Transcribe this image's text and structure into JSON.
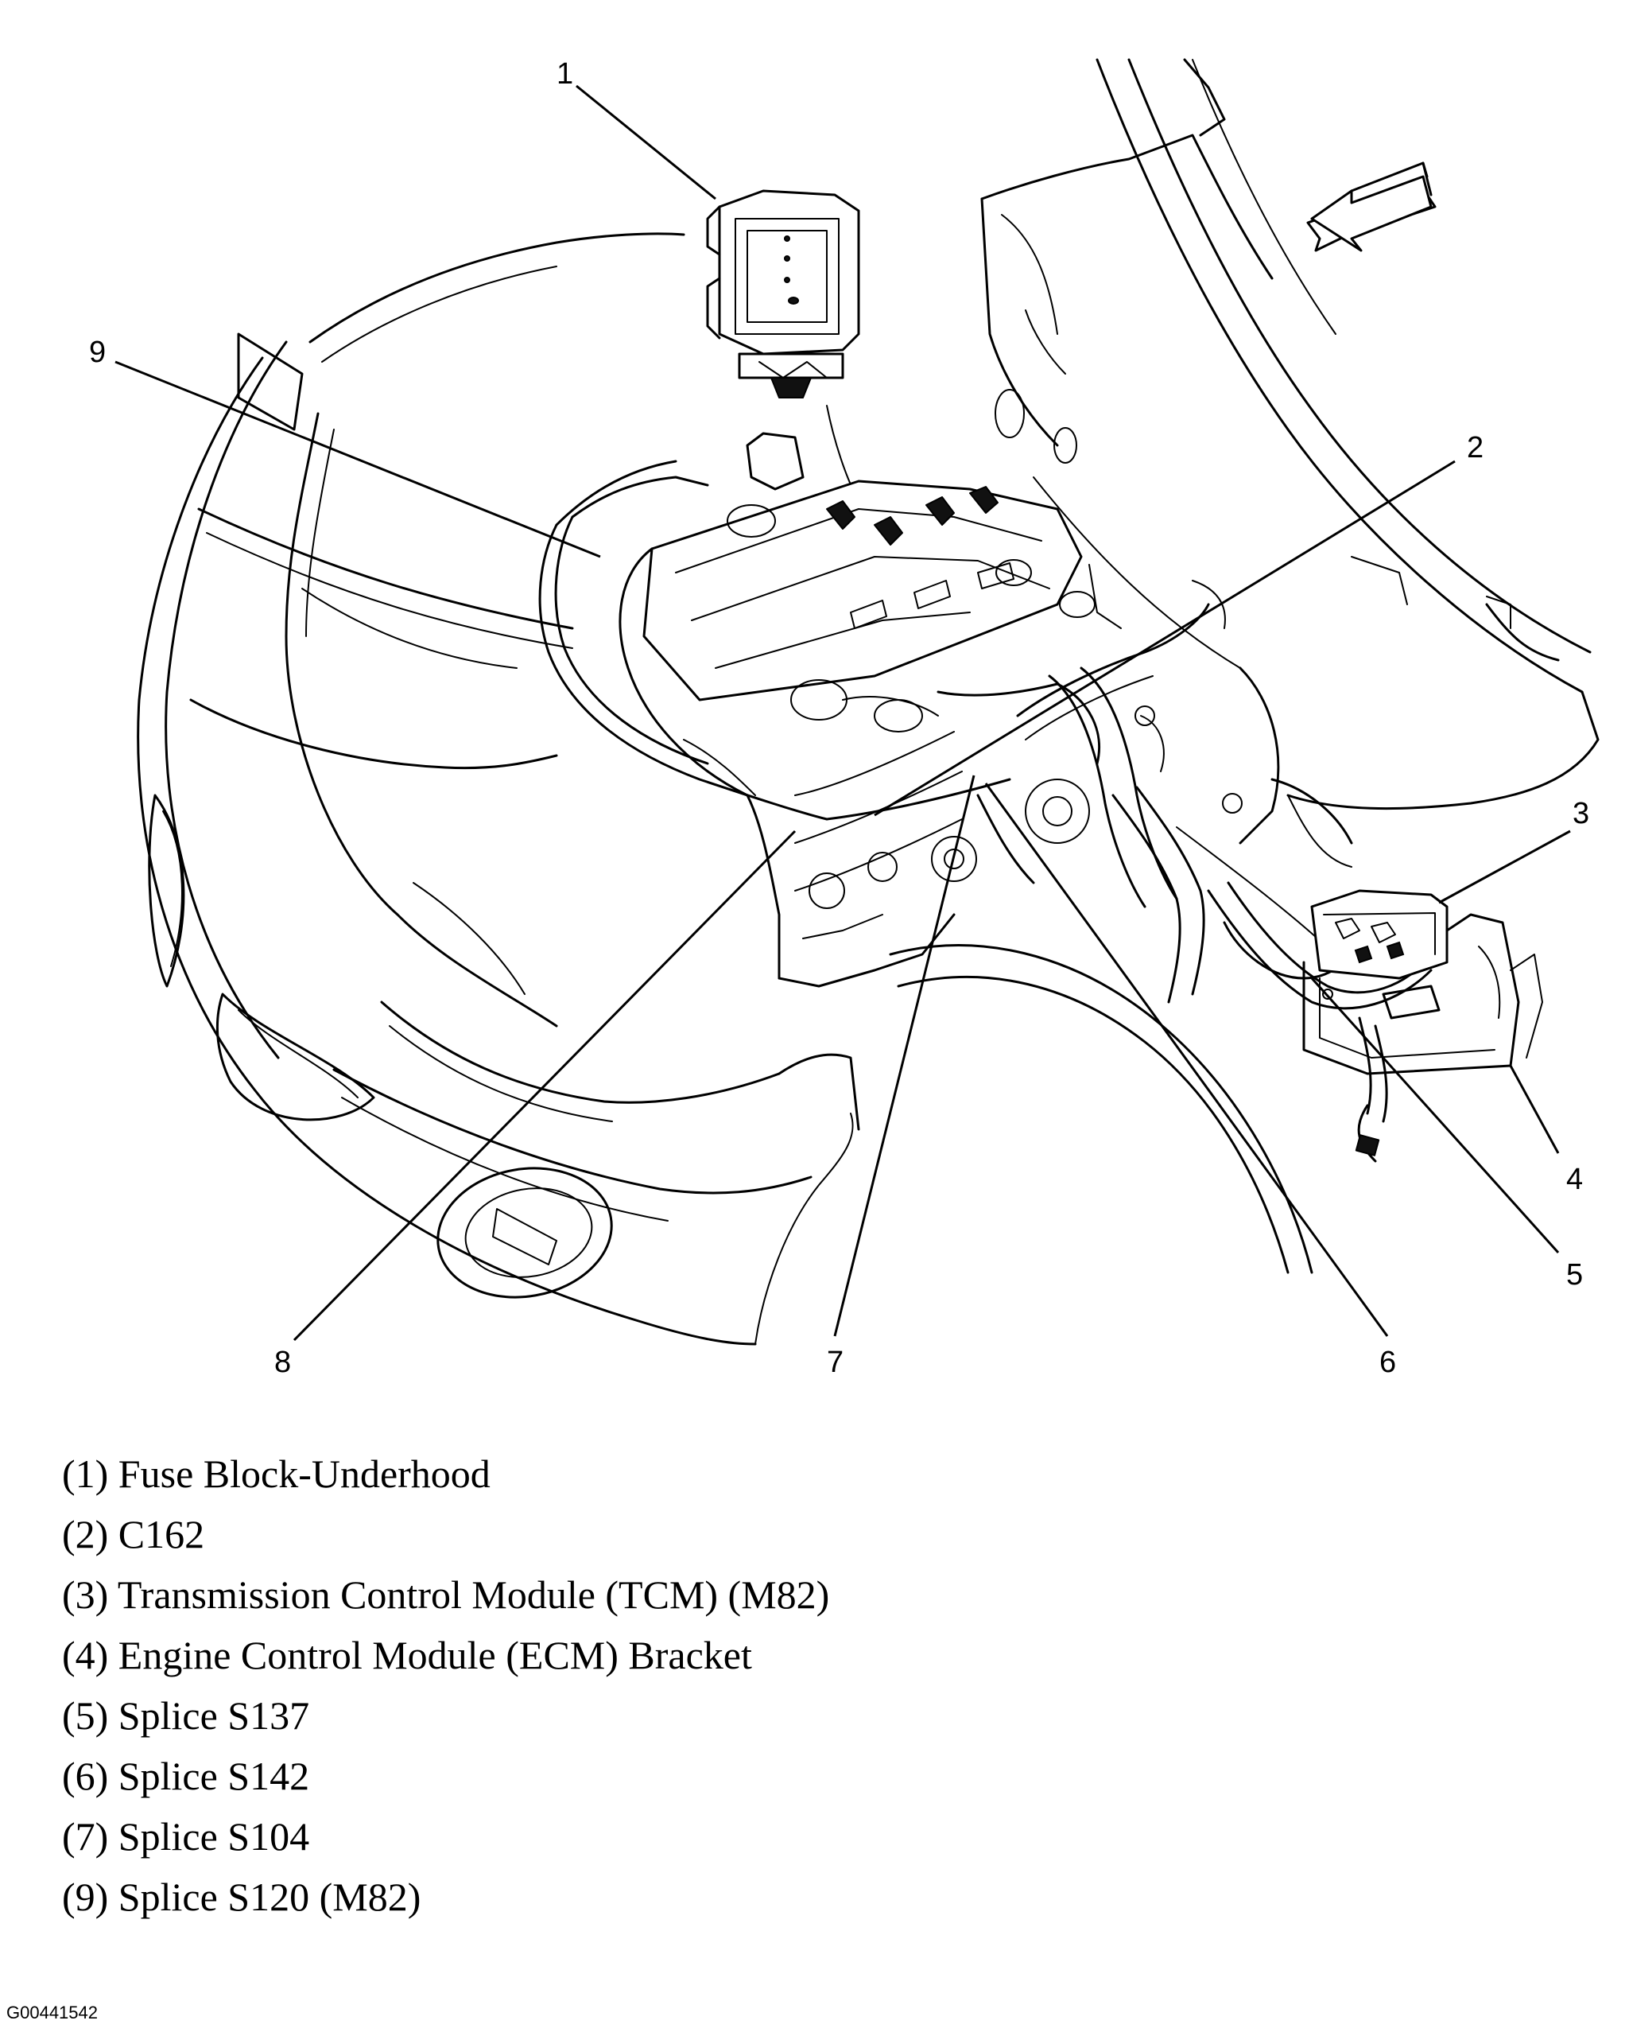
{
  "callouts": {
    "c1": "1",
    "c2": "2",
    "c3": "3",
    "c4": "4",
    "c5": "5",
    "c6": "6",
    "c7": "7",
    "c8": "8",
    "c9": "9"
  },
  "legend": [
    "(1) Fuse Block-Underhood",
    "(2) C162",
    "(3) Transmission Control Module (TCM) (M82)",
    "(4) Engine Control Module (ECM) Bracket",
    "(5) Splice S137",
    "(6) Splice S142",
    "(7) Splice S104",
    "(9) Splice S120 (M82)"
  ],
  "figure_id": "G00441542",
  "icons": {
    "direction": "front-arrow-icon"
  }
}
